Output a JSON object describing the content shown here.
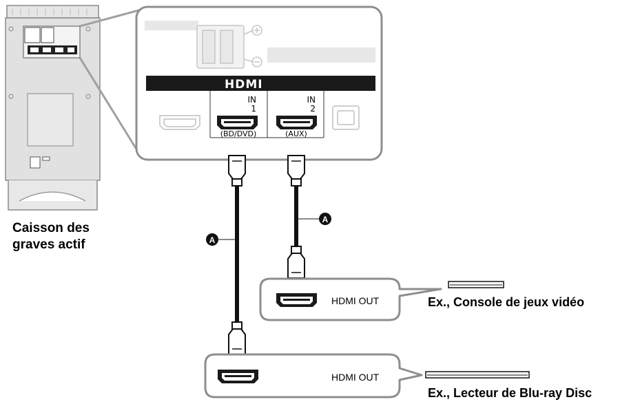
{
  "subwoofer": {
    "caption_line1": "Caisson des",
    "caption_line2": "graves actif"
  },
  "panel": {
    "hdmi_logo": "HDMI",
    "port1": {
      "in": "IN",
      "num": "1",
      "label": "(BD/DVD)"
    },
    "port2": {
      "in": "IN",
      "num": "2",
      "label": "(AUX)"
    }
  },
  "cable_marker": "A",
  "devices": {
    "console": {
      "port_label": "HDMI OUT",
      "caption": "Ex., Console de jeux vidéo"
    },
    "bluray": {
      "port_label": "HDMI OUT",
      "caption": "Ex., Lecteur de Blu-ray Disc"
    }
  }
}
